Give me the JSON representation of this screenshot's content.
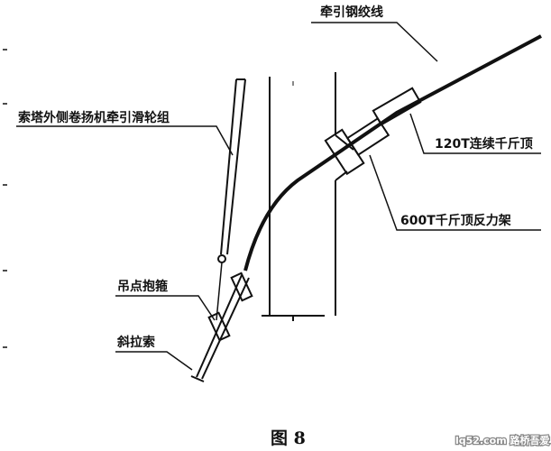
{
  "labels": {
    "strand": "牵引钢绞线",
    "pulley": "索塔外侧卷扬机牵引滑轮组",
    "jack120": "120T连续千斤顶",
    "frame600": "600T千斤顶反力架",
    "clamp": "吊点抱箍",
    "cable": "斜拉索"
  },
  "caption": "图 8",
  "watermark": "lq52.com 路桥吾爱"
}
